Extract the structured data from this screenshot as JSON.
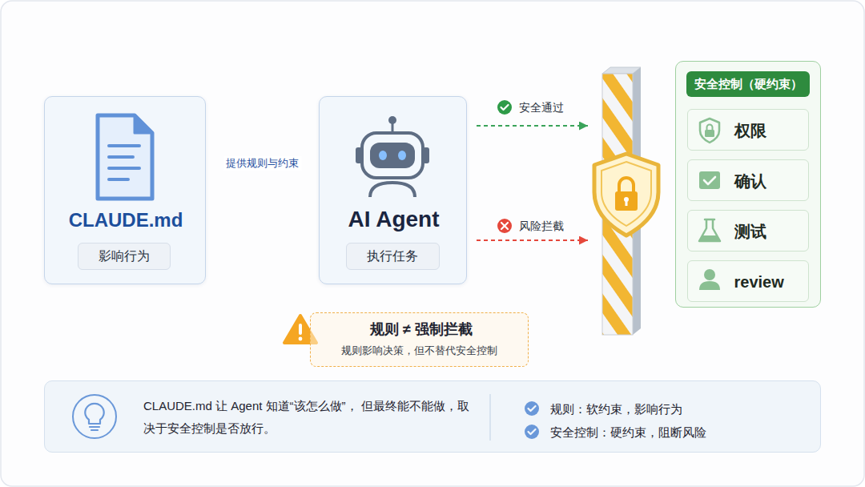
{
  "diagram": {
    "nodes": [
      {
        "text": [
          "CLAUDE.md"
        ]
      },
      {
        "text": [
          "影响行为"
        ],
        "in": 0
      },
      {
        "text": [
          "AI Agent"
        ]
      },
      {
        "text": [
          "执行任务"
        ],
        "in": 2
      },
      {
        "text": [
          "安全控制（硬约束）"
        ]
      },
      {
        "text": [
          "权限"
        ],
        "in": 4
      },
      {
        "text": [
          "确认"
        ],
        "in": 4
      },
      {
        "text": [
          "测试"
        ],
        "in": 4
      },
      {
        "text": [
          "review"
        ],
        "in": 4
      },
      {
        "text": [
          "规则 ≠ 强制拦截",
          "规则影响决策，但不替代安全控制"
        ]
      },
      {
        "text": [
          "CLAUDE.md 让 Agent 知道“该怎么做”， 但最终能不能做，取决于安全控制是否放行。",
          "规则：软约束，影响行为",
          "安全控制：硬约束，阻断风险"
        ]
      }
    ],
    "edges": [
      {
        "from": 0,
        "to": 2,
        "arrow": "to",
        "label": "提供规则与约束"
      },
      {
        "from": 4,
        "to": 9,
        "arrow": "none"
      },
      {
        "from": 9,
        "to": 0,
        "arrow": "to"
      }
    ],
    "labels": [
      "安全通过",
      "风险拦截"
    ]
  }
}
